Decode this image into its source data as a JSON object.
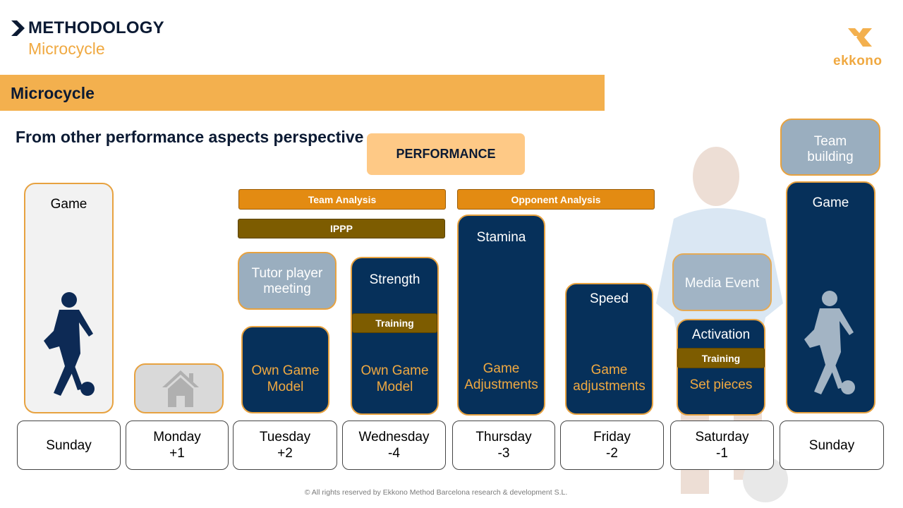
{
  "header": {
    "title": "METHODOLOGY",
    "subtitle": "Microcycle",
    "logo_text": "ekkono",
    "chevron_icon": "chevron-right-icon"
  },
  "banner": {
    "title": "Microcycle"
  },
  "perspective_title": "From other performance aspects perspective",
  "performance_label": "PERFORMANCE",
  "bars": {
    "team_analysis": "Team Analysis",
    "opponent_analysis": "Opponent Analysis",
    "ippp": "IPPP"
  },
  "cards": {
    "sunday_game": "Game",
    "tutor_meeting": [
      "Tutor player",
      "meeting"
    ],
    "tuesday_model": [
      "Own Game",
      "Model"
    ],
    "strength": "Strength",
    "wednesday_training": "Training",
    "wednesday_model": [
      "Own Game",
      "Model"
    ],
    "stamina": "Stamina",
    "thursday_adjust": [
      "Game",
      "Adjustments"
    ],
    "speed": "Speed",
    "friday_adjust": [
      "Game",
      "adjustments"
    ],
    "media_event": "Media Event",
    "activation": "Activation",
    "saturday_training": "Training",
    "set_pieces": "Set pieces",
    "team_building": [
      "Team",
      "building"
    ],
    "sunday_game_2": "Game"
  },
  "days": [
    {
      "name": "Sunday",
      "offset": ""
    },
    {
      "name": "Monday",
      "offset": "+1"
    },
    {
      "name": "Tuesday",
      "offset": "+2"
    },
    {
      "name": "Wednesday",
      "offset": "-4"
    },
    {
      "name": "Thursday",
      "offset": "-3"
    },
    {
      "name": "Friday",
      "offset": "-2"
    },
    {
      "name": "Saturday",
      "offset": "-1"
    },
    {
      "name": "Sunday",
      "offset": ""
    }
  ],
  "footer": "©  All rights reserved by Ekkono Method Barcelona research & development S.L.",
  "colors": {
    "navy": "#06305a",
    "orange": "#f3b04e",
    "accent_orange": "#e38b12",
    "olive": "#7d5c00",
    "peach": "#fec986",
    "slate": "#9aaebf"
  }
}
